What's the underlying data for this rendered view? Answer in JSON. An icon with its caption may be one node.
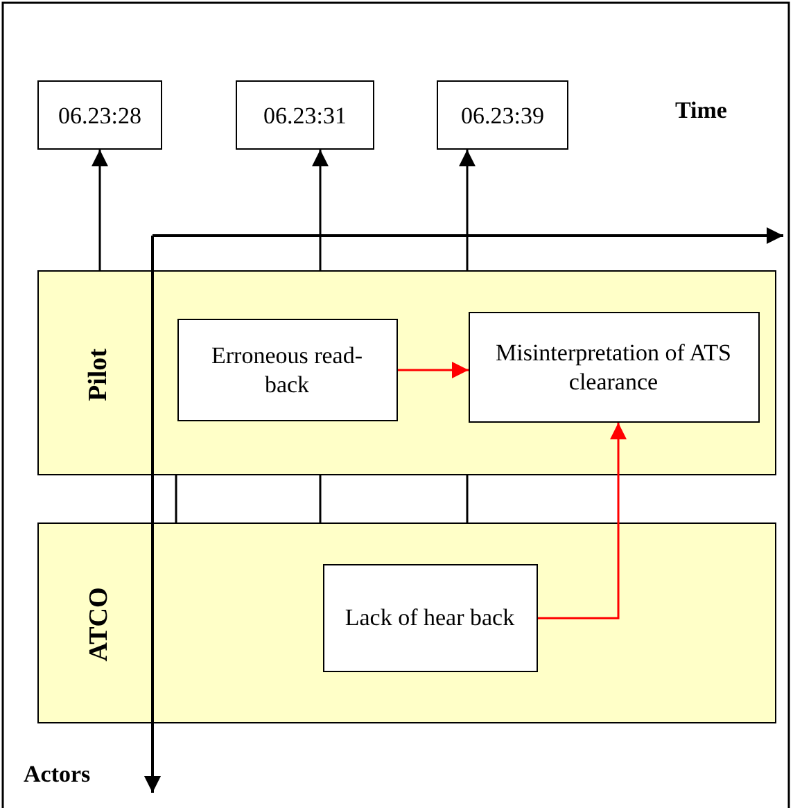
{
  "diagram": {
    "nodes": [
      {
        "text": [
          "06.23:28"
        ]
      },
      {
        "text": [
          "06.23:31"
        ]
      },
      {
        "text": [
          "06.23:39"
        ]
      },
      {
        "text": [
          "Pilot"
        ]
      },
      {
        "text": [
          "Erroneous read-back"
        ],
        "in": 3
      },
      {
        "text": [
          "Misinterpretation of ATS clearance"
        ],
        "in": 3
      },
      {
        "text": [
          "ATCO"
        ]
      },
      {
        "text": [
          "Lack of hear back"
        ],
        "in": 6
      }
    ],
    "edges": [
      {
        "from": 3,
        "to": 0,
        "arrow": "to"
      },
      {
        "from": 3,
        "to": 1,
        "arrow": "to"
      },
      {
        "from": 3,
        "to": 2,
        "arrow": "to"
      },
      {
        "from": 4,
        "to": 5,
        "arrow": "to",
        "color": "#ff0000"
      },
      {
        "from": 7,
        "to": 5,
        "arrow": "to",
        "color": "#ff0000"
      },
      {
        "from": 3,
        "to": 6,
        "arrow": "none"
      },
      {
        "from": 3,
        "to": 6,
        "arrow": "none"
      },
      {
        "from": 3,
        "to": 6,
        "arrow": "none"
      }
    ],
    "labels": [
      "Time",
      "Actors"
    ]
  }
}
